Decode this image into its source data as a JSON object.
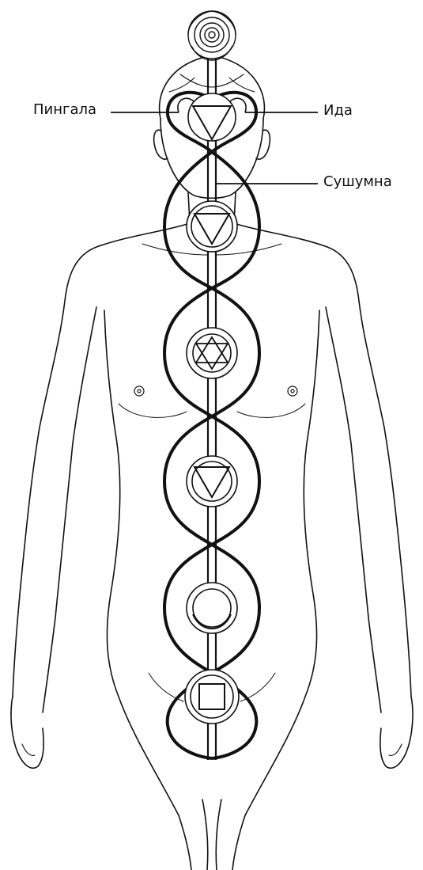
{
  "labels": {
    "pingala": "Пингала",
    "ida": "Ида",
    "sushumna": "Сушумна"
  },
  "colors": {
    "ink": "#111111",
    "background": "#ffffff"
  }
}
